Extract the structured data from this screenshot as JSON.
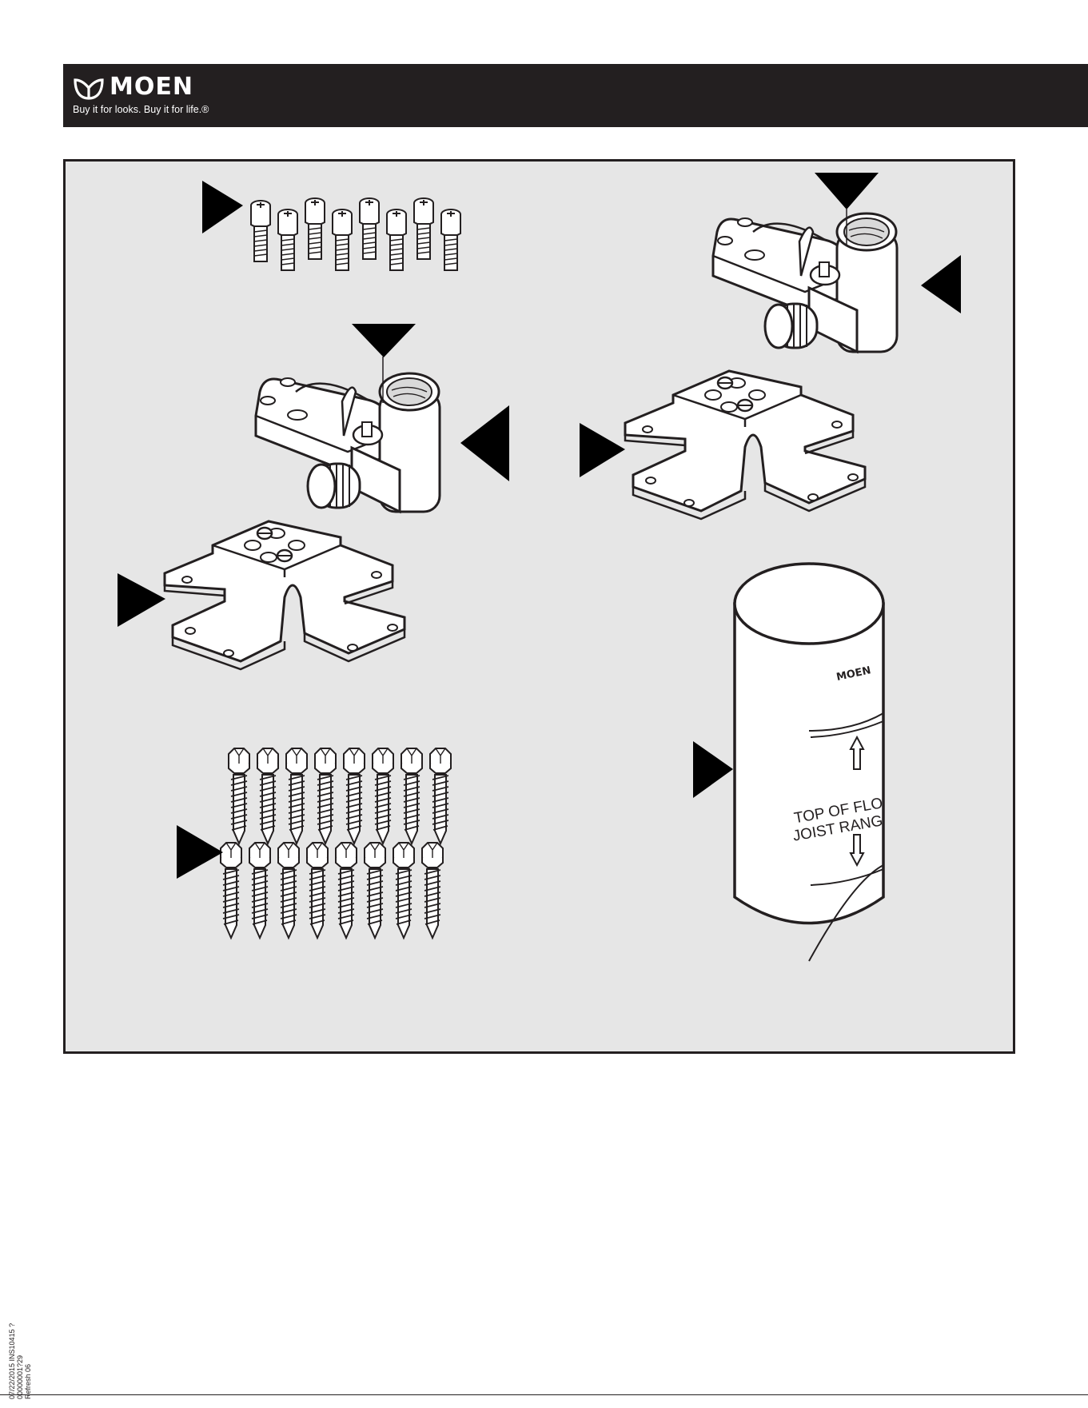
{
  "header": {
    "brand": "MOEN",
    "tagline": "Buy it for looks. Buy it for life.®",
    "logo_icon": "moen-water-drop-logo-icon",
    "background": "#231f20"
  },
  "panel": {
    "background": "#e6e6e6",
    "sleeve_brand": "MOEN",
    "sleeve_line1": "TOP OF FLO",
    "sleeve_line2": "JOIST RANG"
  },
  "side_code": {
    "line1": "07/22/2015 INS10415 ?00000001?29",
    "line2": "Refresh 06"
  }
}
